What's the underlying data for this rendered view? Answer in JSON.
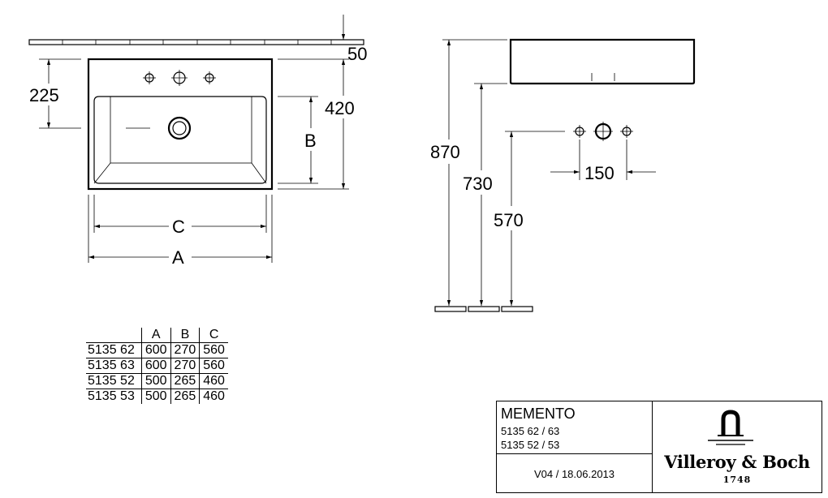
{
  "dimensions": {
    "d50": "50",
    "d225": "225",
    "d420": "420",
    "dB": "B",
    "dC": "C",
    "dA": "A",
    "d870": "870",
    "d730": "730",
    "d570": "570",
    "d150": "150"
  },
  "table": {
    "headers": [
      "",
      "A",
      "B",
      "C"
    ],
    "rows": [
      [
        "5135 62",
        "600",
        "270",
        "560"
      ],
      [
        "5135 63",
        "600",
        "270",
        "560"
      ],
      [
        "5135 52",
        "500",
        "265",
        "460"
      ],
      [
        "5135 53",
        "500",
        "265",
        "460"
      ]
    ]
  },
  "titleblock": {
    "name": "MEMENTO",
    "models_1": "5135 62 / 63",
    "models_2": "5135 52 / 53",
    "version": "V04 / 18.06.2013",
    "brand": "Villeroy & Boch",
    "year": "1748"
  }
}
